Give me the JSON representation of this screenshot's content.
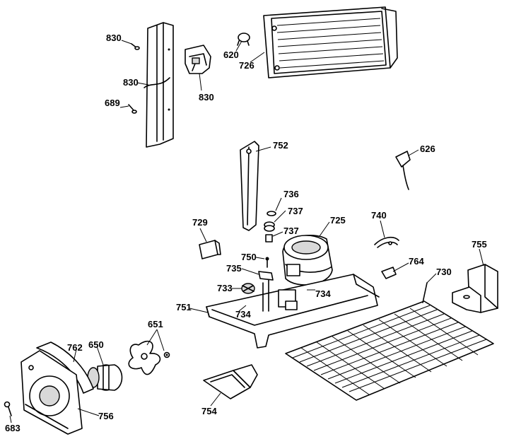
{
  "callouts": [
    {
      "id": "830a",
      "text": "830"
    },
    {
      "id": "830b",
      "text": "830"
    },
    {
      "id": "830c",
      "text": "830"
    },
    {
      "id": "689",
      "text": "689"
    },
    {
      "id": "620",
      "text": "620"
    },
    {
      "id": "726",
      "text": "726"
    },
    {
      "id": "752",
      "text": "752"
    },
    {
      "id": "626",
      "text": "626"
    },
    {
      "id": "736",
      "text": "736"
    },
    {
      "id": "737a",
      "text": "737"
    },
    {
      "id": "737b",
      "text": "737"
    },
    {
      "id": "729",
      "text": "729"
    },
    {
      "id": "725",
      "text": "725"
    },
    {
      "id": "740",
      "text": "740"
    },
    {
      "id": "755",
      "text": "755"
    },
    {
      "id": "750",
      "text": "750"
    },
    {
      "id": "764",
      "text": "764"
    },
    {
      "id": "730",
      "text": "730"
    },
    {
      "id": "735",
      "text": "735"
    },
    {
      "id": "733",
      "text": "733"
    },
    {
      "id": "734a",
      "text": "734"
    },
    {
      "id": "734b",
      "text": "734"
    },
    {
      "id": "751",
      "text": "751"
    },
    {
      "id": "651",
      "text": "651"
    },
    {
      "id": "762",
      "text": "762"
    },
    {
      "id": "650",
      "text": "650"
    },
    {
      "id": "756",
      "text": "756"
    },
    {
      "id": "754",
      "text": "754"
    },
    {
      "id": "683",
      "text": "683"
    }
  ]
}
